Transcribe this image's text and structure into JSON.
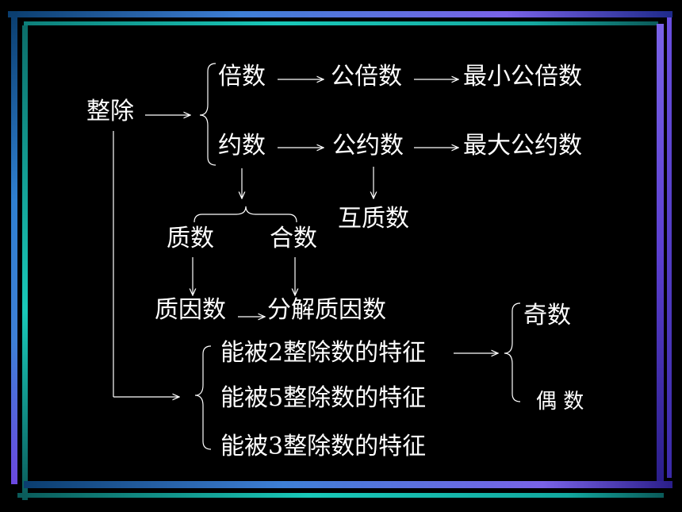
{
  "diagram": {
    "root": "整除",
    "multiples": {
      "label": "倍数",
      "common": "公倍数",
      "least": "最小公倍数"
    },
    "divisors": {
      "label": "约数",
      "common": "公约数",
      "greatest": "最大公约数"
    },
    "coprime": "互质数",
    "prime": "质数",
    "composite": "合数",
    "prime_factor": "质因数",
    "factorization": "分解质因数",
    "rules": [
      {
        "label": "能被2整除数的特征"
      },
      {
        "label": "能被5整除数的特征"
      },
      {
        "label": "能被3整除数的特征"
      }
    ],
    "odd": "奇数",
    "even": "偶 数"
  },
  "colors": {
    "background": "#000000",
    "text": "#ffffff",
    "bar_purple": "#6b48e0",
    "bar_teal": "#19c9b9",
    "bar_blue": "#3e7fd6"
  }
}
